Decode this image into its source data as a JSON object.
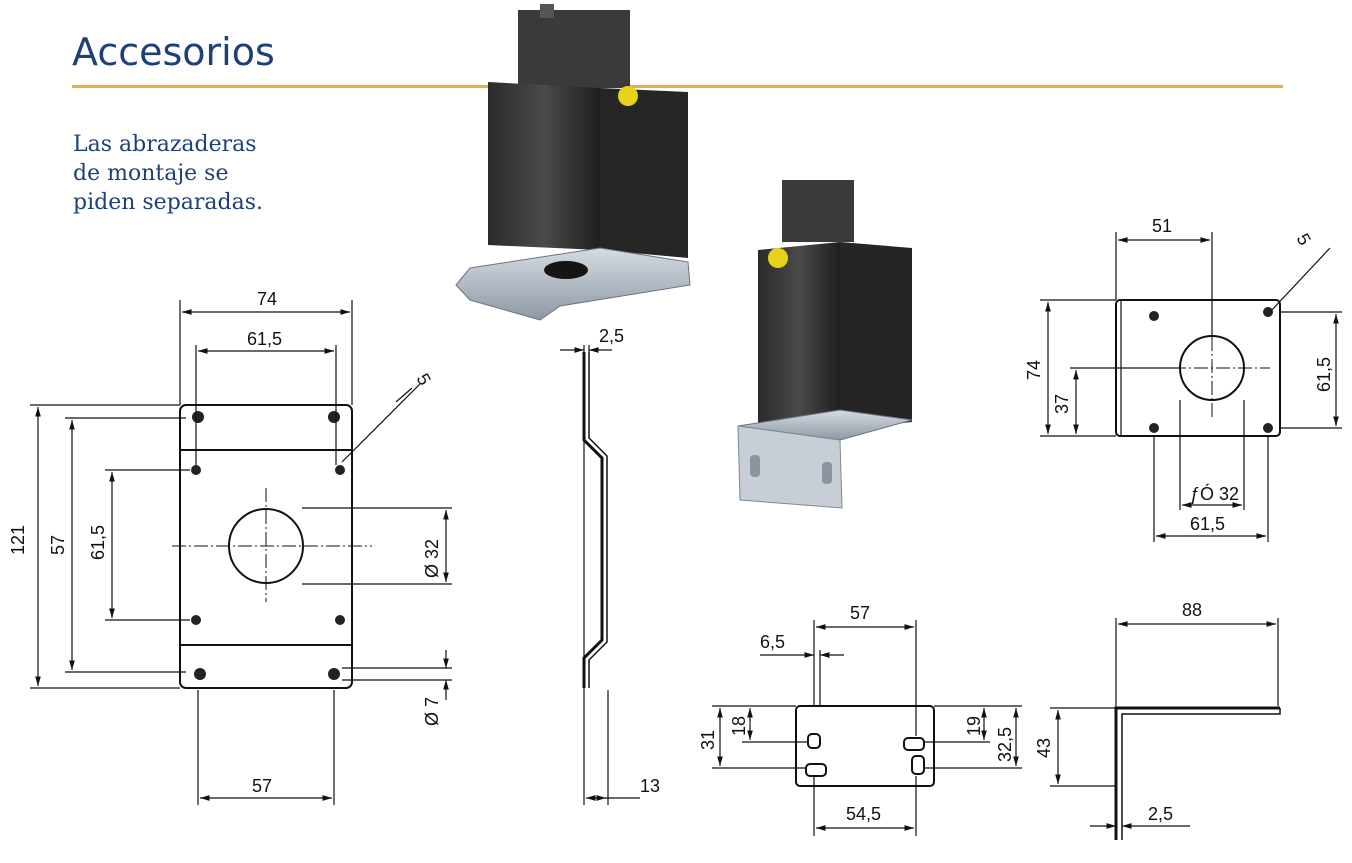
{
  "page": {
    "title": "Accesorios",
    "note": "Las abrazaderas de montaje se piden separadas."
  },
  "colors": {
    "title": "#1e3f78",
    "rule": "#e8b23c",
    "body": "#3b3b3b",
    "bracket": "#b9c2cc"
  },
  "drawings": {
    "flat_bracket": {
      "dims": {
        "w_outer": "74",
        "w_inner": "61,5",
        "h_outer": "121",
        "h_mid": "57",
        "h_holes": "61,5",
        "hole_big": "Ø 32",
        "hole_small": "Ø 7",
        "slot": "5",
        "bottom": "57"
      }
    },
    "side_profile": {
      "dims": {
        "thickness": "2,5",
        "depth": "13"
      }
    },
    "angle_front": {
      "dims": {
        "w_top": "51",
        "slot": "5",
        "h_outer": "74",
        "h_half": "37",
        "h_holes": "61,5",
        "hole_big": "ƒÓ 32",
        "w_holes": "61,5"
      }
    },
    "angle_plate": {
      "dims": {
        "width": "57",
        "slot_w": "6,5",
        "h_total": "31",
        "h_slot": "18",
        "h_right": "19",
        "h_right_total": "32,5",
        "bottom": "54,5"
      }
    },
    "angle_profile": {
      "dims": {
        "width": "88",
        "height": "43",
        "thickness": "2,5"
      }
    }
  }
}
